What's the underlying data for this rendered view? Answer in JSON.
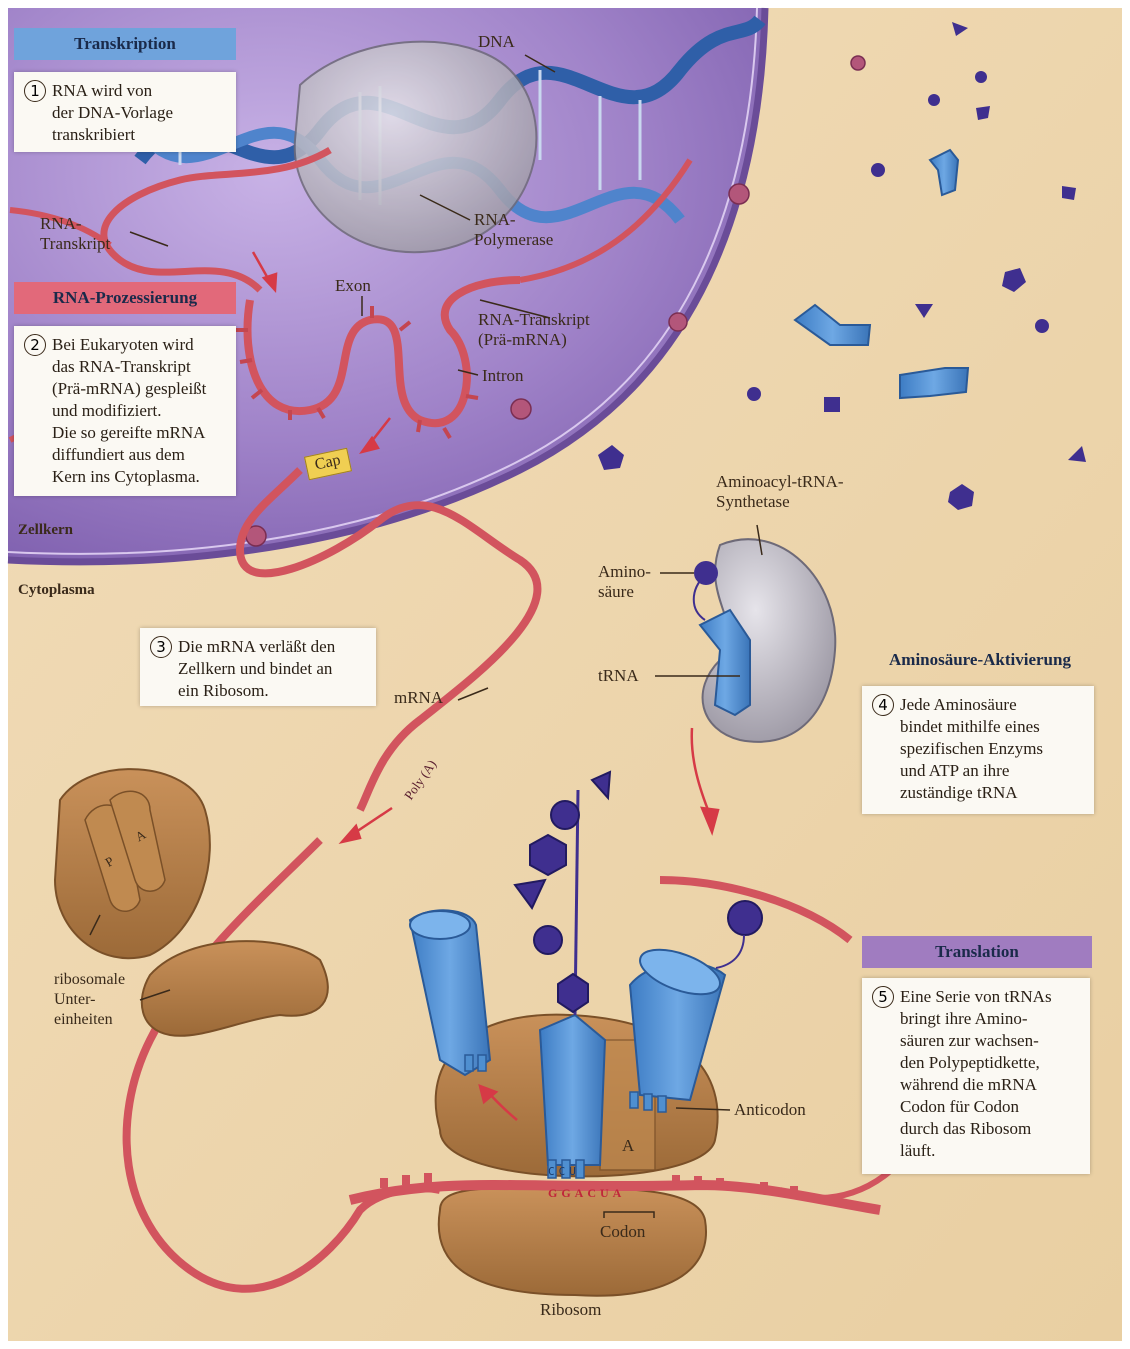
{
  "headers": {
    "transcription": "Transkription",
    "rna_processing": "RNA-Prozessierung",
    "aa_activation": "Aminosäure-Aktivierung",
    "translation": "Translation"
  },
  "steps": [
    {
      "num": "1",
      "text": "RNA wird von\nder DNA-Vorlage\ntranskribiert"
    },
    {
      "num": "2",
      "text": "Bei Eukaryoten wird\ndas RNA-Transkript\n(Prä-mRNA) gespleißt\nund modifiziert.\nDie so gereifte mRNA\ndiffundiert aus dem\nKern ins Cytoplasma."
    },
    {
      "num": "3",
      "text": "Die mRNA verläßt den\nZellkern und bindet an\nein Ribosom."
    },
    {
      "num": "4",
      "text": "Jede Aminosäure\nbindet mithilfe eines\nspezifischen Enzyms\nund ATP an ihre\nzuständige tRNA"
    },
    {
      "num": "5",
      "text": "Eine Serie von tRNAs\nbringt ihre Amino-\nsäuren zur wachsen-\nden Polypeptidkette,\nwährend die mRNA\nCodon für Codon\ndurch das Ribosom\nläuft."
    }
  ],
  "labels": {
    "dna": "DNA",
    "rna_transcript": "RNA-\nTranskript",
    "rna_polymerase": "RNA-\nPolymerase",
    "exon": "Exon",
    "pre_mrna": "RNA-Transkript\n(Prä-mRNA)",
    "intron": "Intron",
    "cap": "Cap",
    "nucleus": "Zellkern",
    "cytoplasm": "Cytoplasma",
    "synthetase": "Aminoacyl-tRNA-\nSynthetase",
    "amino_acid": "Amino-\nsäure",
    "trna": "tRNA",
    "mrna": "mRNA",
    "poly_a": "Poly (A)",
    "p_site_small": "P",
    "a_site_small": "A",
    "subunits": "ribosomale\nUnter-\neinheiten",
    "anticodon": "Anticodon",
    "a_site": "A",
    "anticodon_bases": "CCU",
    "codon_seq": "GGACUA",
    "codon": "Codon",
    "ribosome": "Ribosom"
  },
  "colors": {
    "nucleus_fill": "#8f6db8",
    "cytoplasm_fill": "#ecd2a8",
    "mrna": "#d2545e",
    "ribosome": "#b07a43",
    "trna": "#4f8fd0",
    "amino_acid": "#3f2f8f",
    "transcription_header": "#6fa3dc",
    "processing_header": "#e2697a",
    "translation_header": "#a07cc0"
  }
}
